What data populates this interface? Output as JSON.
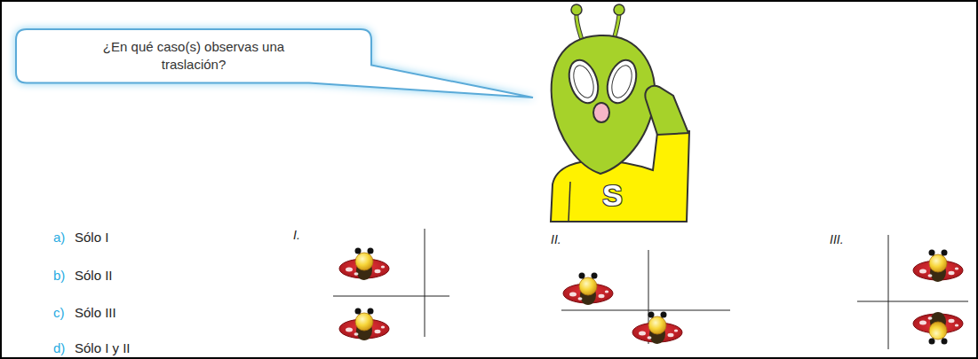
{
  "diagram": {
    "nodes": [
      {
        "text": [
          "¿En qué caso(s) observas una traslación?"
        ]
      }
    ],
    "labels": [
      "S",
      "a)",
      "Sólo I",
      "b)",
      "Sólo II",
      "c)",
      "Sólo III",
      "d)",
      "Sólo I y II",
      "I.",
      "II.",
      "III."
    ]
  }
}
